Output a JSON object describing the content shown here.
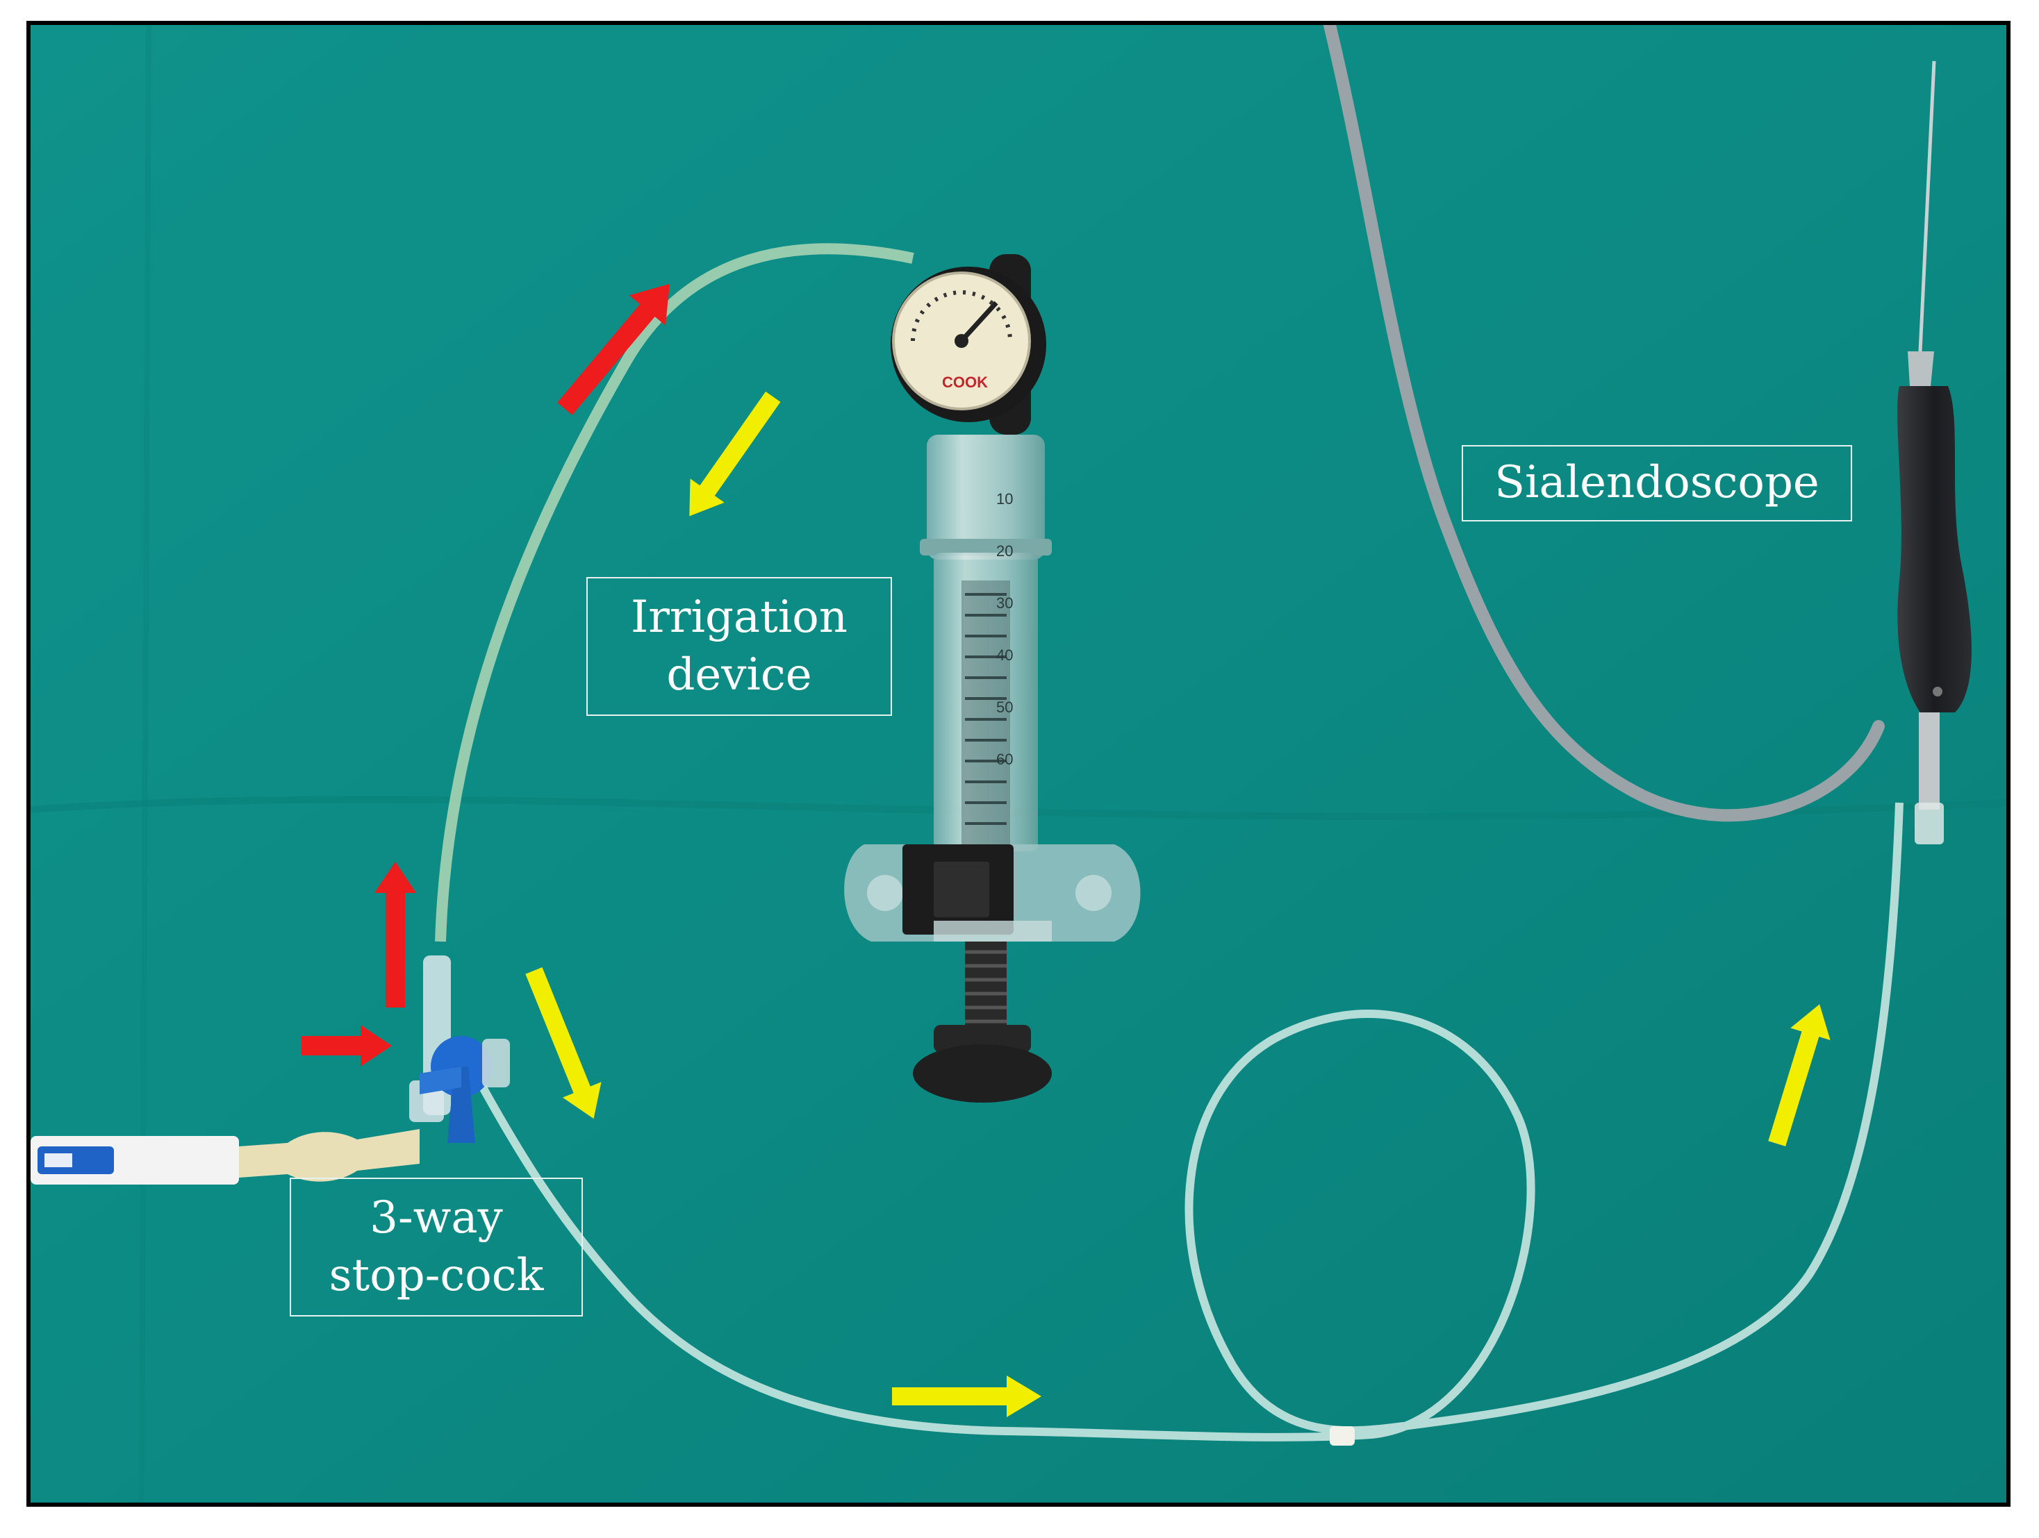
{
  "labels": {
    "irrigation_line1": "Irrigation",
    "irrigation_line2": "device",
    "sialendoscope": "Sialendoscope",
    "stopcock_line1": "3-way",
    "stopcock_line2": "stop-cock"
  },
  "gauge": {
    "brand": "COOK"
  },
  "syringe_scale": [
    "10",
    "20",
    "30",
    "40",
    "50",
    "60"
  ],
  "colors": {
    "drape": "#0d8d86",
    "red_arrow": "#ee1c1c",
    "yellow_arrow": "#f2ee00",
    "tubing": "#cfe9e2",
    "scope_cable": "#9aa3a7",
    "handpiece": "#1e1f22"
  }
}
